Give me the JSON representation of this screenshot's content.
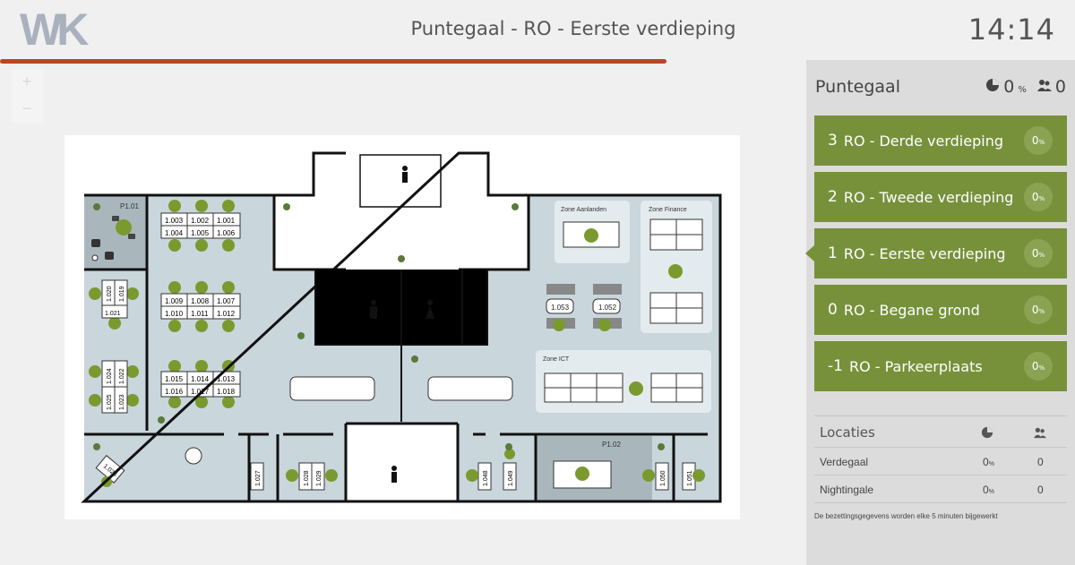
{
  "header": {
    "logo_text": "WK",
    "title": "Puntegaal - RO - Eerste verdieping",
    "clock": "14:14",
    "progress": 0.62
  },
  "zoom": {
    "in": "+",
    "out": "−"
  },
  "panel": {
    "title": "Puntegaal",
    "occupancy_value": "0",
    "occupancy_unit": "%",
    "people_count": "0",
    "floors": [
      {
        "level": "3",
        "name": "RO - Derde verdieping",
        "occ": "0",
        "unit": "%",
        "active": false
      },
      {
        "level": "2",
        "name": "RO - Tweede verdieping",
        "occ": "0",
        "unit": "%",
        "active": false
      },
      {
        "level": "1",
        "name": "RO - Eerste verdieping",
        "occ": "0",
        "unit": "%",
        "active": true
      },
      {
        "level": "0",
        "name": "RO - Begane grond",
        "occ": "0",
        "unit": "%",
        "active": false
      },
      {
        "level": "-1",
        "name": "RO - Parkeerplaats",
        "occ": "0",
        "unit": "%",
        "active": false
      }
    ],
    "locations_title": "Locaties",
    "locations": [
      {
        "name": "Verdegaal",
        "occ": "0",
        "unit": "%",
        "count": "0"
      },
      {
        "name": "Nightingale",
        "occ": "0",
        "unit": "%",
        "count": "0"
      }
    ],
    "footnote": "De bezettingsgegevens worden elke 5 minuten bijgewerkt"
  },
  "map": {
    "rooms": {
      "p101": "P1.01",
      "p102": "P1.02"
    },
    "zones": {
      "aanlanden": "Zone Aanlanden",
      "finance": "Zone Finance",
      "ict": "Zone ICT"
    },
    "desk_labels": {
      "g1": [
        "1.003",
        "1.002",
        "1.001",
        "1.004",
        "1.005",
        "1.006"
      ],
      "g2": [
        "1.009",
        "1.008",
        "1.007",
        "1.010",
        "1.011",
        "1.012"
      ],
      "g3": [
        "1.015",
        "1.014",
        "1.013",
        "1.016",
        "1.017",
        "1.018"
      ],
      "v1": [
        "1.020",
        "1.019",
        "1.021"
      ],
      "v2": [
        "1.024",
        "1.022",
        "1.025",
        "1.023"
      ],
      "bottom": [
        "1.026",
        "1.027",
        "1.028",
        "1.029",
        "1.048",
        "1.049",
        "1.050",
        "1.051"
      ],
      "booths": [
        "1.053",
        "1.052"
      ]
    },
    "colors": {
      "occupied": "#7a9a2f",
      "floor": "#c9d6dc",
      "wall": "#111111",
      "zone": "#e4ebee",
      "room_dark": "#a9b7bd"
    }
  }
}
